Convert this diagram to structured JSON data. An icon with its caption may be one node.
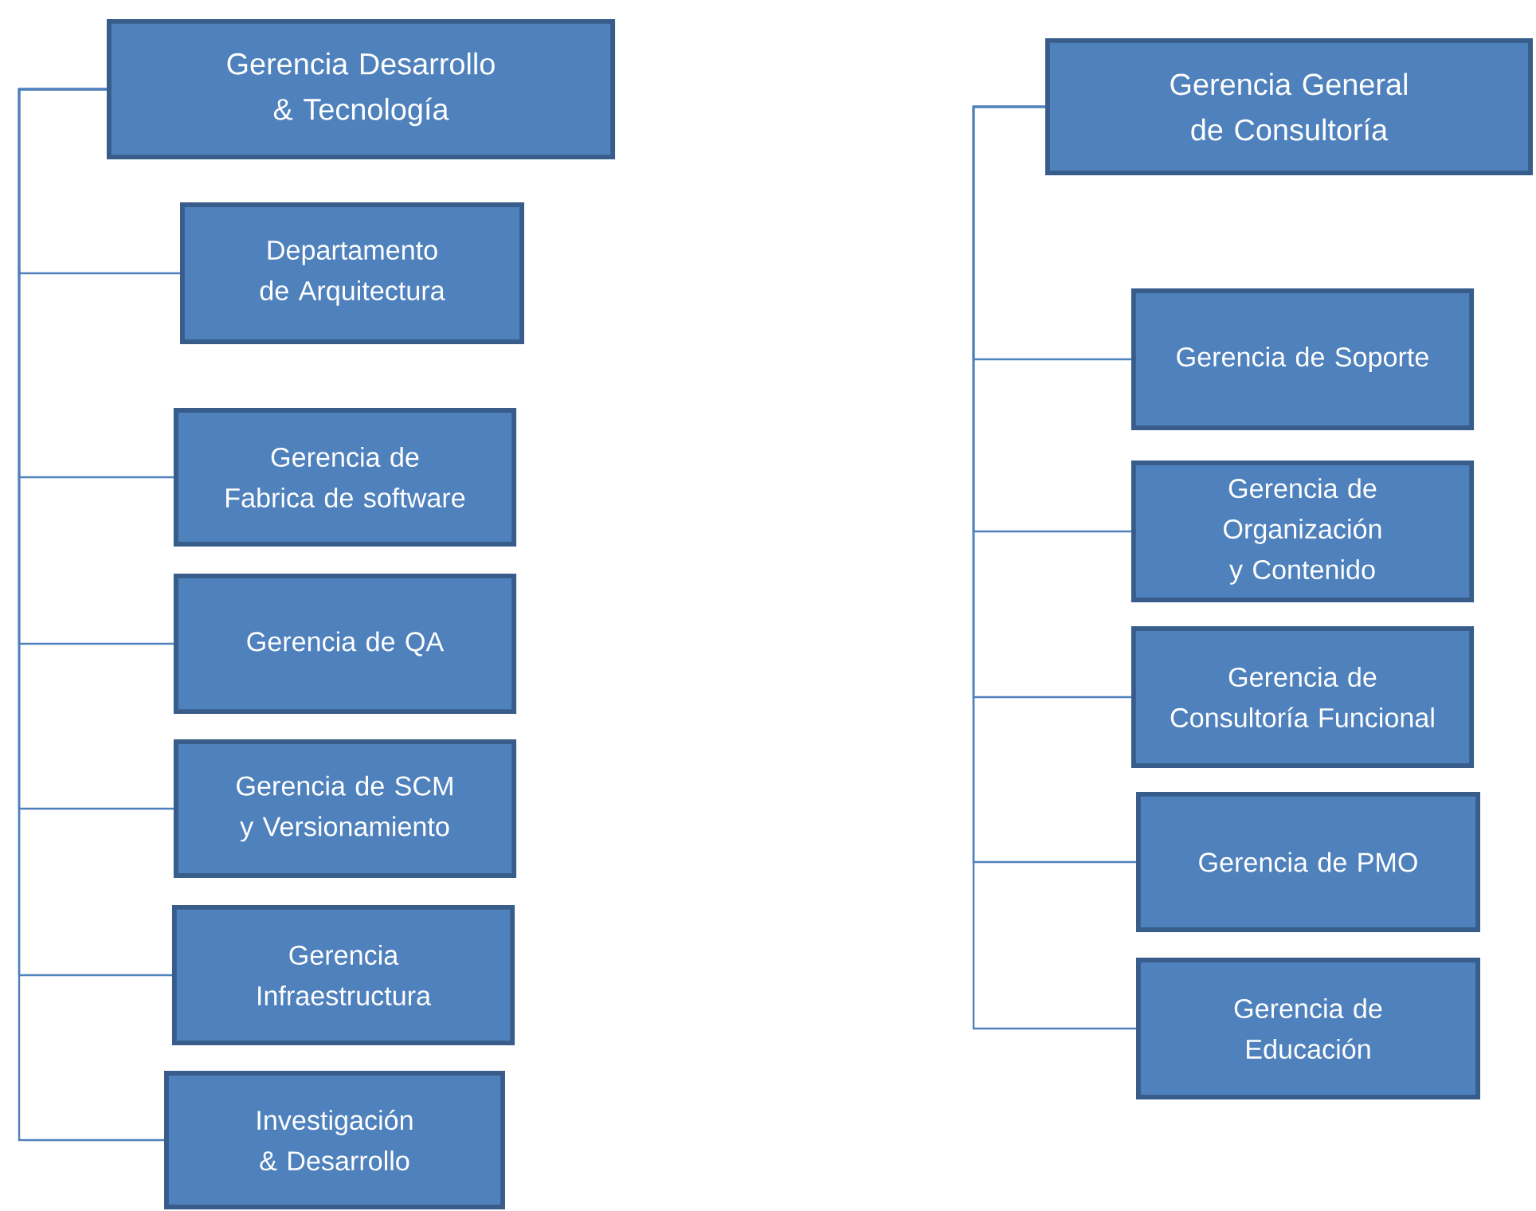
{
  "diagram": {
    "nodes": [
      {
        "text": [
          "Gerencia Desarrollo & Tecnología"
        ]
      },
      {
        "text": [
          "Departamento de Arquitectura"
        ]
      },
      {
        "text": [
          "Gerencia de Fabrica de software"
        ]
      },
      {
        "text": [
          "Gerencia de QA"
        ]
      },
      {
        "text": [
          "Gerencia de SCM y Versionamiento"
        ]
      },
      {
        "text": [
          "Gerencia Infraestructura"
        ]
      },
      {
        "text": [
          "Investigación & Desarrollo"
        ]
      },
      {
        "text": [
          "Gerencia General de Consultoría"
        ]
      },
      {
        "text": [
          "Gerencia de Soporte"
        ]
      },
      {
        "text": [
          "Gerencia de Organización y Contenido"
        ]
      },
      {
        "text": [
          "Gerencia de Consultoría Funcional"
        ]
      },
      {
        "text": [
          "Gerencia de PMO"
        ]
      },
      {
        "text": [
          "Gerencia de Educación"
        ]
      }
    ],
    "edges": [
      {
        "from": 0,
        "to": 1,
        "arrow": "none"
      },
      {
        "from": 0,
        "to": 2,
        "arrow": "none"
      },
      {
        "from": 0,
        "to": 3,
        "arrow": "none"
      },
      {
        "from": 0,
        "to": 4,
        "arrow": "none"
      },
      {
        "from": 0,
        "to": 5,
        "arrow": "none"
      },
      {
        "from": 0,
        "to": 6,
        "arrow": "none"
      },
      {
        "from": 7,
        "to": 8,
        "arrow": "none"
      },
      {
        "from": 7,
        "to": 9,
        "arrow": "none"
      },
      {
        "from": 7,
        "to": 10,
        "arrow": "none"
      },
      {
        "from": 7,
        "to": 11,
        "arrow": "none"
      },
      {
        "from": 7,
        "to": 12,
        "arrow": "none"
      }
    ]
  }
}
